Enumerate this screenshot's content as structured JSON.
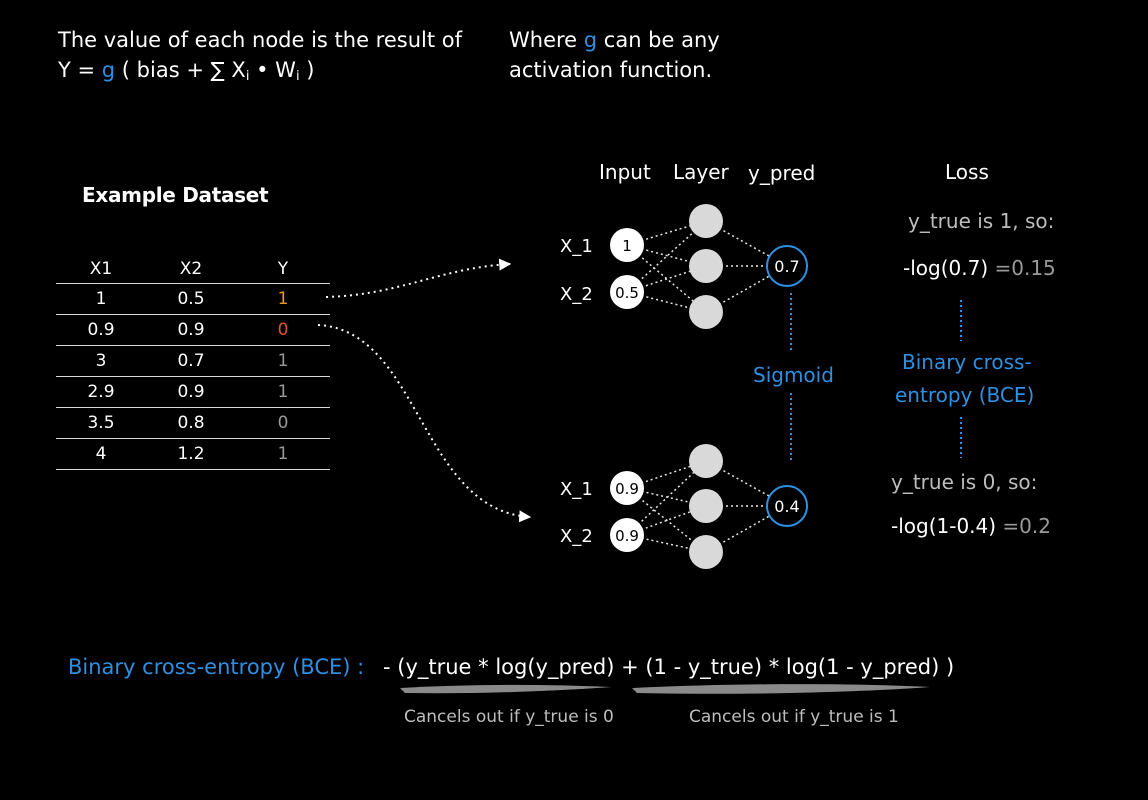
{
  "header": {
    "line1": "The value of each node is the result of",
    "line2_prefix": "Y = ",
    "line2_g": "g",
    "line2_mid": " ( bias + ∑ X",
    "sub_i1": "i",
    "line2_dot": " • W",
    "sub_i2": "i",
    "line2_end": " )",
    "note_prefix": "Where ",
    "note_g": "g",
    "note_mid": " can be any",
    "note_line2": "activation function."
  },
  "dataset": {
    "title": "Example Dataset",
    "columns": [
      "X1",
      "X2",
      "Y"
    ],
    "rows": [
      [
        "1",
        "0.5",
        "1"
      ],
      [
        "0.9",
        "0.9",
        "0"
      ],
      [
        "3",
        "0.7",
        "1"
      ],
      [
        "2.9",
        "0.9",
        "1"
      ],
      [
        "3.5",
        "0.8",
        "0"
      ],
      [
        "4",
        "1.2",
        "1"
      ]
    ]
  },
  "network": {
    "headers": {
      "input": "Input",
      "layer": "Layer",
      "y_pred": "y_pred",
      "loss": "Loss"
    },
    "top": {
      "x1_label": "X_1",
      "x2_label": "X_2",
      "x1_value": "1",
      "x2_value": "0.5",
      "output": "0.7"
    },
    "bottom": {
      "x1_label": "X_1",
      "x2_label": "X_2",
      "x1_value": "0.9",
      "x2_value": "0.9",
      "output": "0.4"
    },
    "activation": "Sigmoid"
  },
  "loss": {
    "top_cond": "y_true is 1, so:",
    "top_expr": "-log(0.7)",
    "top_result": "=0.15",
    "bce_line1": "Binary cross-",
    "bce_line2": "entropy (BCE)",
    "bottom_cond": "y_true is 0, so:",
    "bottom_expr": "-log(1-0.4)",
    "bottom_result": "=0.2"
  },
  "formula": {
    "label": "Binary cross-entropy (BCE) :",
    "expression": "- (y_true * log(y_pred) + (1 - y_true) * log(1 - y_pred) )",
    "note_left": "Cancels out if y_true is 0",
    "note_right": "Cancels out if y_true is 1"
  },
  "colors": {
    "background": "#000000",
    "accent_blue": "#2f8fe0",
    "highlight_orange": "#f0951f",
    "highlight_red": "#e0503a",
    "node_grey": "#d9d9d9"
  }
}
